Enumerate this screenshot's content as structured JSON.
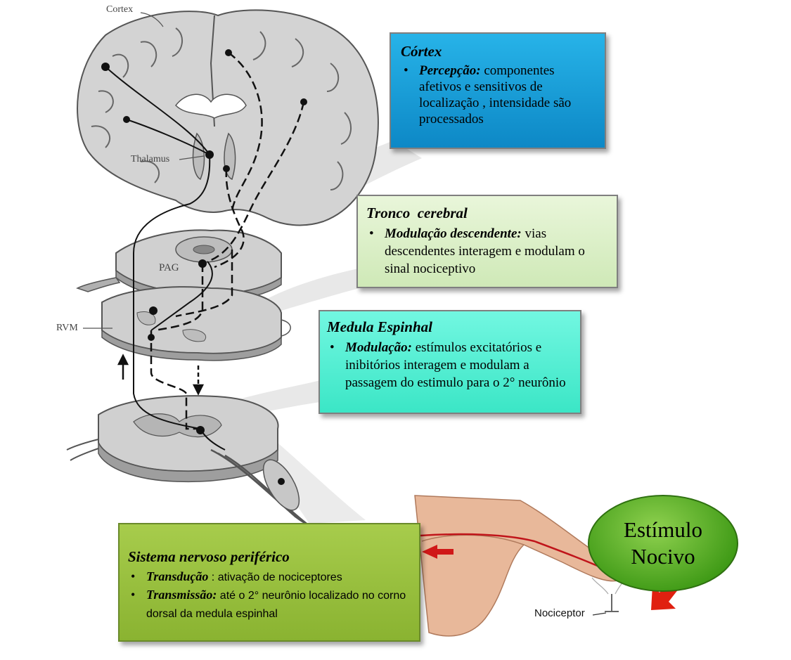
{
  "anatomy_labels": {
    "cortex": "Cortex",
    "thalamus": "Thalamus",
    "pag": "PAG",
    "rvm": "RVM",
    "nociceptor": "Nociceptor"
  },
  "boxes": {
    "cortex": {
      "title": "Córtex",
      "bullets": [
        {
          "term": "Percepção:",
          "text": " componentes afetivos e sensitivos de localização , intensidade são processados"
        }
      ],
      "color": "#1a9fd8"
    },
    "tronco": {
      "title": "Tronco  cerebral",
      "bullets": [
        {
          "term": "Modulação descendente:",
          "text": " vias descendentes interagem e modulam o sinal nociceptivo"
        }
      ],
      "color": "#dbefc8"
    },
    "medula": {
      "title": "Medula Espinhal",
      "bullets": [
        {
          "term": "Modulação:",
          "text": " estímulos excitatórios e inibitórios interagem e modulam a passagem do estimulo para o 2° neurônio"
        }
      ],
      "color": "#52edd2"
    },
    "snp": {
      "title": "Sistema nervoso periférico",
      "bullets": [
        {
          "term": "Transdução",
          "text": " : ativação de nociceptores"
        },
        {
          "term": "Transmissão:",
          "text": " até o 2° neurônio localizado  no corno dorsal da medula espinhal"
        }
      ],
      "color": "#99c13f"
    }
  },
  "stimulus": {
    "line1": "Estímulo",
    "line2": "Nocivo",
    "color": "#5cb82a",
    "arrow_color": "#e02010"
  }
}
